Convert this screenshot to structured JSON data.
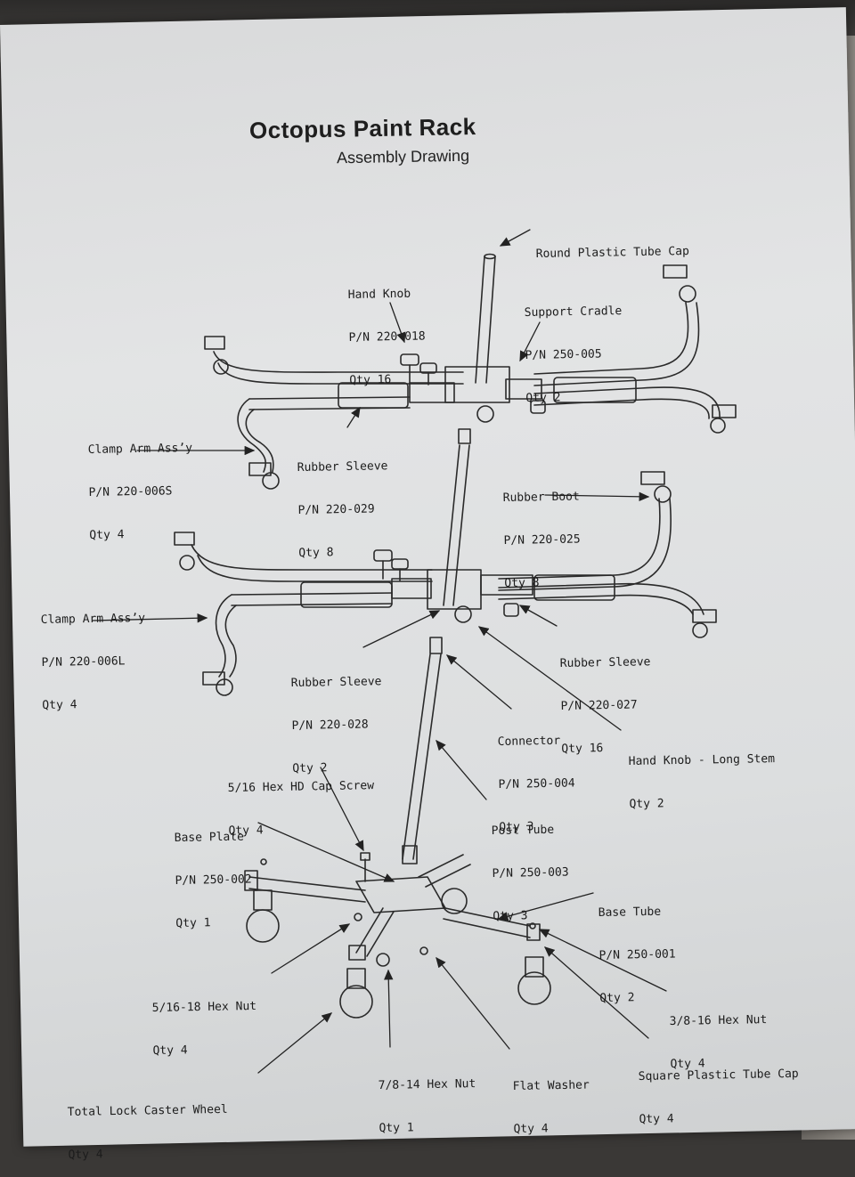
{
  "document": {
    "title": "Octopus Paint Rack",
    "subtitle": "Assembly Drawing"
  },
  "labels": {
    "round_cap": {
      "name": "Round Plastic Tube Cap"
    },
    "hand_knob": {
      "name": "Hand Knob",
      "pn": "P/N 220-018",
      "qty": "Qty 16"
    },
    "support_cradle": {
      "name": "Support Cradle",
      "pn": "P/N 250-005",
      "qty": "Qty 2"
    },
    "clamp_arm_s": {
      "name": "Clamp Arm Ass’y",
      "pn": "P/N 220-006S",
      "qty": "Qty 4"
    },
    "rubber_sleeve_029": {
      "name": "Rubber Sleeve",
      "pn": "P/N 220-029",
      "qty": "Qty 8"
    },
    "rubber_boot": {
      "name": "Rubber Boot",
      "pn": "P/N 220-025",
      "qty": "Qty 8"
    },
    "clamp_arm_l": {
      "name": "Clamp Arm Ass’y",
      "pn": "P/N 220-006L",
      "qty": "Qty 4"
    },
    "rubber_sleeve_028": {
      "name": "Rubber Sleeve",
      "pn": "P/N 220-028",
      "qty": "Qty 2"
    },
    "rubber_sleeve_027": {
      "name": "Rubber Sleeve",
      "pn": "P/N 220-027",
      "qty": "Qty 16"
    },
    "connector": {
      "name": "Connector",
      "pn": "P/N 250-004",
      "qty": "Qty 3"
    },
    "hand_knob_long": {
      "name": "Hand Knob - Long Stem",
      "qty": "Qty 2"
    },
    "cap_screw": {
      "name": "5/16 Hex HD Cap Screw",
      "qty": "Qty 4"
    },
    "post_tube": {
      "name": "Post Tube",
      "pn": "P/N 250-003",
      "qty": "Qty 3"
    },
    "base_plate": {
      "name": "Base Plate",
      "pn": "P/N 250-002",
      "qty": "Qty 1"
    },
    "base_tube": {
      "name": "Base Tube",
      "pn": "P/N 250-001",
      "qty": "Qty 2"
    },
    "hex_nut_5_16": {
      "name": "5/16-18 Hex Nut",
      "qty": "Qty 4"
    },
    "hex_nut_3_8": {
      "name": "3/8-16 Hex Nut",
      "qty": "Qty 4"
    },
    "hex_nut_7_8": {
      "name": "7/8-14 Hex Nut",
      "qty": "Qty 1"
    },
    "flat_washer": {
      "name": "Flat Washer",
      "qty": "Qty 4"
    },
    "square_cap": {
      "name": "Square Plastic Tube Cap",
      "qty": "Qty 4"
    },
    "caster": {
      "name": "Total Lock Caster Wheel",
      "qty": "Qty 4"
    }
  },
  "colors": {
    "paper": "#e0e1e2",
    "ink": "#1c1c1c",
    "line": "#2a2a2a"
  }
}
